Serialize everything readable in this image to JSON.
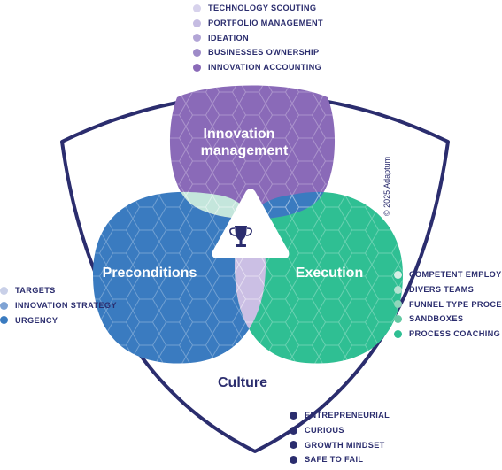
{
  "copyright": "© 2025 Adaptum",
  "circles": {
    "innovation": {
      "label_line1": "Innovation",
      "label_line2": "management"
    },
    "preconditions": {
      "label": "Preconditions"
    },
    "execution": {
      "label": "Execution"
    },
    "culture": {
      "label": "Culture"
    }
  },
  "icons": {
    "center": "trophy-icon"
  },
  "colors": {
    "frame": "#2b2d6e",
    "innovation": "#8a6ab8",
    "preconditions": "#3a7bc0",
    "execution": "#2fbf93",
    "overlap_innovation_preconditions": "#c4e6dc",
    "overlap_preconditions_execution": "#cbbfe4",
    "overlap_innovation_execution": "#3a7bc0"
  },
  "legends": {
    "innovation": {
      "items": [
        {
          "label": "TECHNOLOGY SCOUTING",
          "color": "#d7d2ec"
        },
        {
          "label": "PORTFOLIO MANAGEMENT",
          "color": "#c5bce2"
        },
        {
          "label": "IDEATION",
          "color": "#b2a5d6"
        },
        {
          "label": "BUSINESSES OWNERSHIP",
          "color": "#9e8bc8"
        },
        {
          "label": "INNOVATION ACCOUNTING",
          "color": "#8a6ab8"
        }
      ]
    },
    "preconditions": {
      "items": [
        {
          "label": "TARGETS",
          "color": "#c9d0e8"
        },
        {
          "label": "INNOVATION STRATEGY",
          "color": "#7fa3d4"
        },
        {
          "label": "URGENCY",
          "color": "#3a7bc0"
        }
      ]
    },
    "execution": {
      "items": [
        {
          "label": "COMPETENT EMPLOYEES",
          "color": "#d6efe5"
        },
        {
          "label": "DIVERS TEAMS",
          "color": "#b5e3d2"
        },
        {
          "label": "FUNNEL TYPE PROCESS",
          "color": "#8fd6bb"
        },
        {
          "label": "SANDBOXES",
          "color": "#62c9a3"
        },
        {
          "label": "PROCESS COACHING",
          "color": "#2fbf93"
        }
      ]
    },
    "culture": {
      "items": [
        {
          "label": "ENTREPRENEURIAL",
          "color": "#2b2d6e"
        },
        {
          "label": "CURIOUS",
          "color": "#2b2d6e"
        },
        {
          "label": "GROWTH MINDSET",
          "color": "#2b2d6e"
        },
        {
          "label": "SAFE TO FAIL",
          "color": "#2b2d6e"
        }
      ]
    }
  }
}
